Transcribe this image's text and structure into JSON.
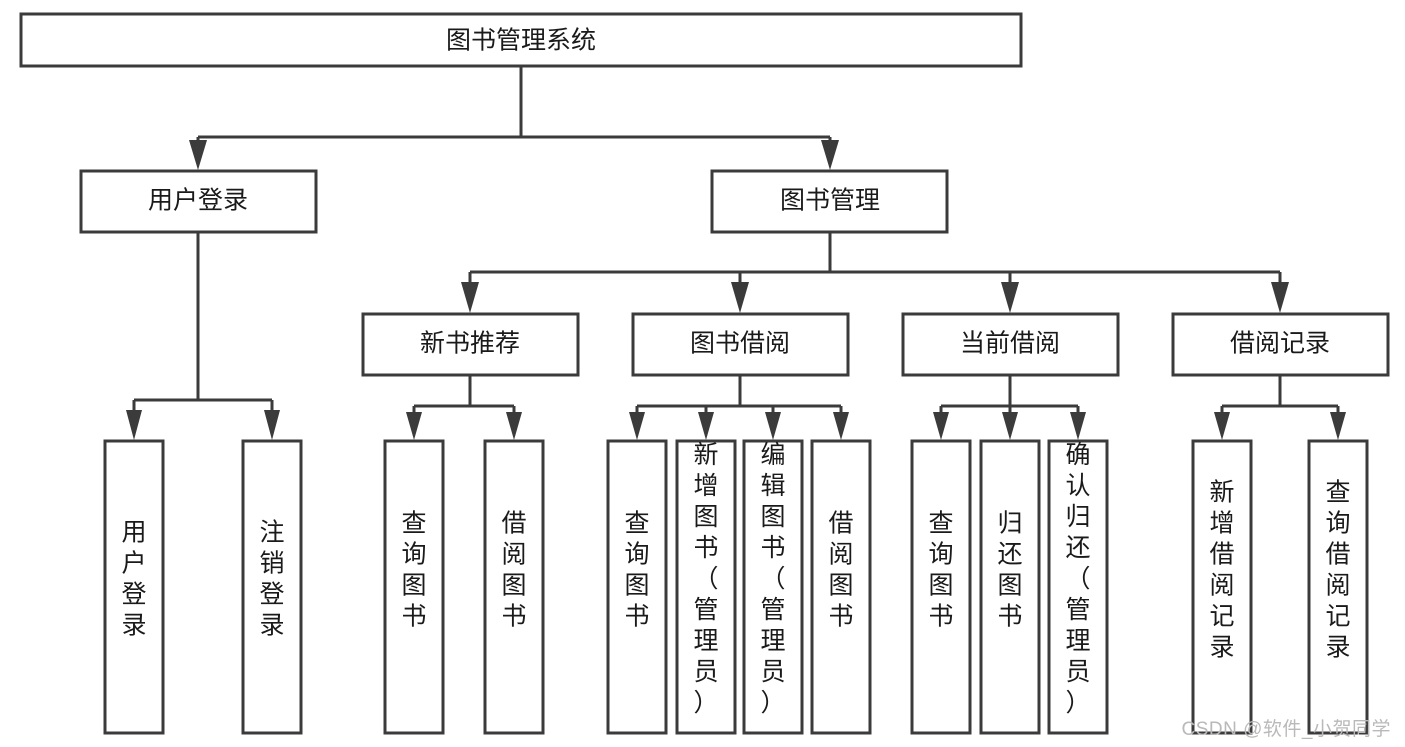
{
  "diagram": {
    "type": "tree",
    "orientation": "top-down",
    "title": "图书管理系统",
    "colors": {
      "box_stroke": "#3b3b3b",
      "box_fill": "#ffffff",
      "connector": "#3b3b3b",
      "text": "#1a1a1a",
      "watermark": "#b9b9b9",
      "background": "#ffffff"
    },
    "root": {
      "label": "图书管理系统",
      "text_orientation": "horizontal"
    },
    "level2": [
      {
        "label": "用户登录",
        "text_orientation": "horizontal"
      },
      {
        "label": "图书管理",
        "text_orientation": "horizontal"
      }
    ],
    "level3": [
      {
        "label": "新书推荐",
        "text_orientation": "horizontal",
        "parent": "图书管理"
      },
      {
        "label": "图书借阅",
        "text_orientation": "horizontal",
        "parent": "图书管理"
      },
      {
        "label": "当前借阅",
        "text_orientation": "horizontal",
        "parent": "图书管理"
      },
      {
        "label": "借阅记录",
        "text_orientation": "horizontal",
        "parent": "图书管理"
      }
    ],
    "leaves": {
      "用户登录": [
        {
          "label": "用户登录",
          "lines": [
            "用",
            "户",
            "登",
            "录"
          ]
        },
        {
          "label": "注销登录",
          "lines": [
            "注",
            "销",
            "登",
            "录"
          ]
        }
      ],
      "新书推荐": [
        {
          "label": "查询图书",
          "lines": [
            "查",
            "询",
            "图",
            "书"
          ]
        },
        {
          "label": "借阅图书",
          "lines": [
            "借",
            "阅",
            "图",
            "书"
          ]
        }
      ],
      "图书借阅": [
        {
          "label": "查询图书",
          "lines": [
            "查",
            "询",
            "图",
            "书"
          ]
        },
        {
          "label": "新增图书（管理员）",
          "lines": [
            "新",
            "增",
            "图",
            "书",
            "（",
            "管",
            "理",
            "员",
            "）"
          ]
        },
        {
          "label": "编辑图书（管理员）",
          "lines": [
            "编",
            "辑",
            "图",
            "书",
            "（",
            "管",
            "理",
            "员",
            "）"
          ]
        },
        {
          "label": "借阅图书",
          "lines": [
            "借",
            "阅",
            "图",
            "书"
          ]
        }
      ],
      "当前借阅": [
        {
          "label": "查询图书",
          "lines": [
            "查",
            "询",
            "图",
            "书"
          ]
        },
        {
          "label": "归还图书",
          "lines": [
            "归",
            "还",
            "图",
            "书"
          ]
        },
        {
          "label": "确认归还（管理员）",
          "lines": [
            "确",
            "认",
            "归",
            "还",
            "（",
            "管",
            "理",
            "员",
            "）"
          ]
        }
      ],
      "借阅记录": [
        {
          "label": "新增借阅记录",
          "lines": [
            "新",
            "增",
            "借",
            "阅",
            "记",
            "录"
          ]
        },
        {
          "label": "查询借阅记录",
          "lines": [
            "查",
            "询",
            "借",
            "阅",
            "记",
            "录"
          ]
        }
      ]
    }
  },
  "watermark": {
    "text": "CSDN @软件_小贺同学"
  }
}
